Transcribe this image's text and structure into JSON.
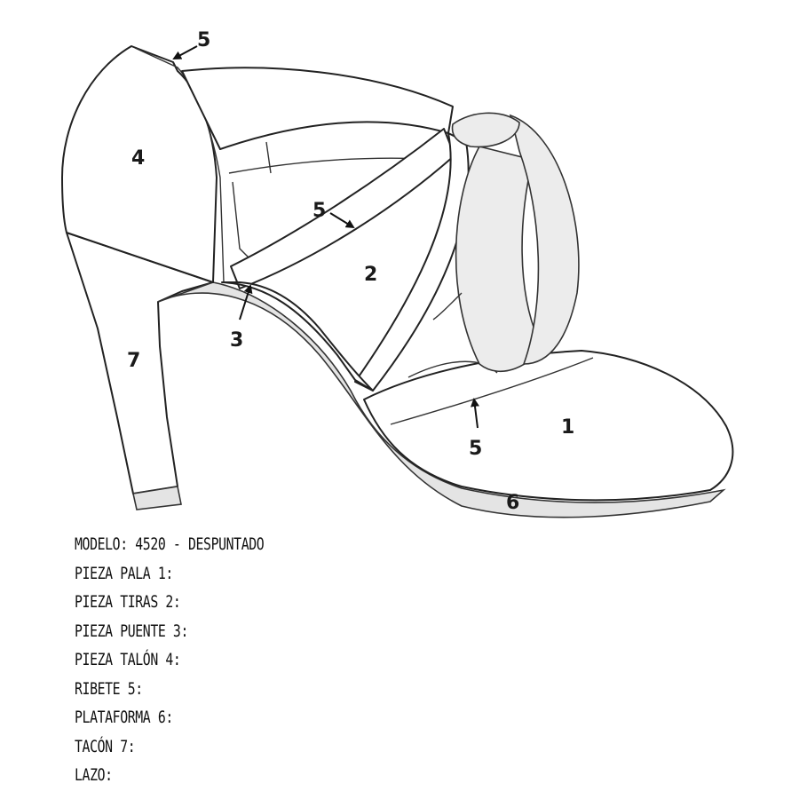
{
  "labels": {
    "toe": "1",
    "straps": "2",
    "bridge": "3",
    "heel_counter": "4",
    "trim_top": "5",
    "trim_strap": "5",
    "trim_toe": "5",
    "platform": "6",
    "heel": "7"
  },
  "legend": {
    "model": "MODELO: 4520 - DESPUNTADO",
    "items": [
      "PIEZA PALA 1:",
      "PIEZA TIRAS 2:",
      "PIEZA PUENTE 3:",
      "PIEZA TALÓN 4:",
      "RIBETE 5:",
      "PLATAFORMA 6:",
      "TACÓN 7:",
      "LAZO:"
    ]
  }
}
